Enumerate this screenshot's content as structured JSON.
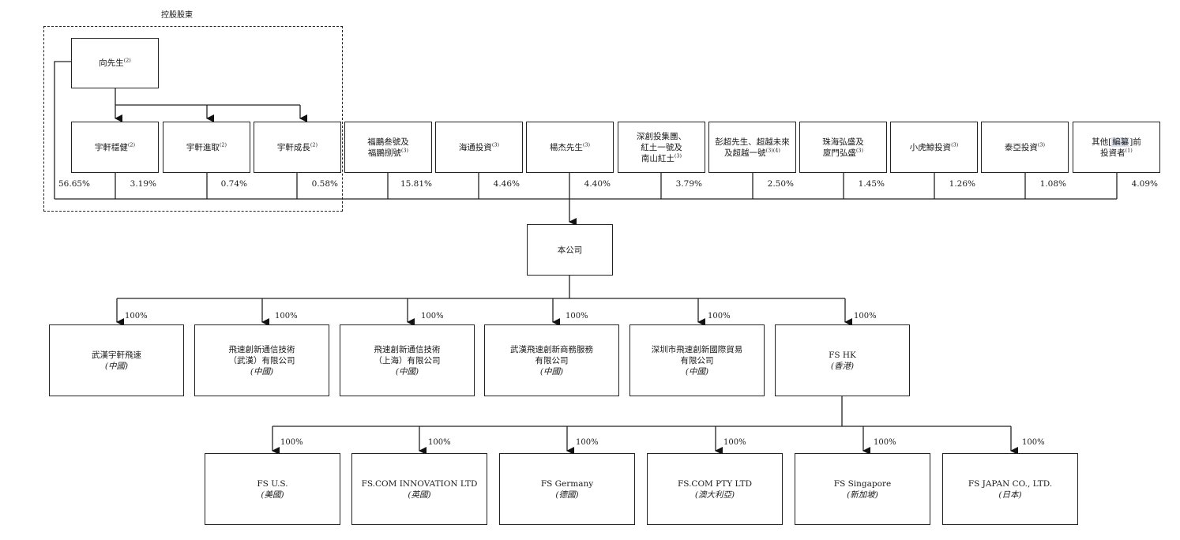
{
  "controlling": {
    "title": "控股股東",
    "mr_xiang": {
      "name": "向先生",
      "note": "(2)"
    },
    "yuxuan_wenjian": {
      "name": "宇軒穩健",
      "note": "(2)"
    },
    "yuxuan_jinqu": {
      "name": "宇軒進取",
      "note": "(2)"
    },
    "yuxuan_chengzhang": {
      "name": "宇軒成長",
      "note": "(2)"
    }
  },
  "shareholders": [
    {
      "line1": "福鵬叁號及",
      "line2": "福鵬捌號",
      "note": "(3)"
    },
    {
      "line1": "海通投資",
      "line2": "",
      "note": "(3)"
    },
    {
      "line1": "楊杰先生",
      "line2": "",
      "note": "(3)"
    },
    {
      "line1": "深創投集團、",
      "line2": "紅土一號及",
      "line3": "南山紅土",
      "note": "(3)"
    },
    {
      "line1": "彭超先生、超越未來",
      "line2": "及超越一號",
      "note": "(3)(4)"
    },
    {
      "line1": "珠海弘盛及",
      "line2": "廈門弘盛",
      "note": "(3)"
    },
    {
      "line1": "小虎鯨投資",
      "line2": "",
      "note": "(3)"
    },
    {
      "line1": "泰亞投資",
      "line2": "",
      "note": "(3)"
    },
    {
      "line1_a": "其他[",
      "line1_hl": "編纂",
      "line1_b": "]前",
      "line2": "投資者",
      "note": "(1)"
    }
  ],
  "percentages": [
    "56.65%",
    "3.19%",
    "0.74%",
    "0.58%",
    "15.81%",
    "4.46%",
    "4.40%",
    "3.79%",
    "2.50%",
    "1.45%",
    "1.26%",
    "1.08%",
    "4.09%"
  ],
  "company": {
    "name": "本公司"
  },
  "subsidiaries": [
    {
      "pct": "100%",
      "line1": "武漢宇軒飛速",
      "line2": "",
      "region": "(中國)"
    },
    {
      "pct": "100%",
      "line1": "飛速創新通信技術",
      "line2": "（武漢）有限公司",
      "region": "(中國)"
    },
    {
      "pct": "100%",
      "line1": "飛速創新通信技術",
      "line2": "（上海）有限公司",
      "region": "(中國)"
    },
    {
      "pct": "100%",
      "line1": "武漢飛速創新商務服務",
      "line2": "有限公司",
      "region": "(中國)"
    },
    {
      "pct": "100%",
      "line1": "深圳市飛速創新國際貿易",
      "line2": "有限公司",
      "region": "(中國)"
    },
    {
      "pct": "100%",
      "line1": "FS HK",
      "line2": "",
      "region": "(香港)"
    }
  ],
  "fs_hk_subsidiaries": [
    {
      "pct": "100%",
      "name": "FS U.S.",
      "region": "(美國)"
    },
    {
      "pct": "100%",
      "name": "FS.COM INNOVATION LTD",
      "region": "(英國)"
    },
    {
      "pct": "100%",
      "name": "FS Germany",
      "region": "(德國)"
    },
    {
      "pct": "100%",
      "name": "FS.COM PTY LTD",
      "region": "(澳大利亞)"
    },
    {
      "pct": "100%",
      "name": "FS Singapore",
      "region": "(新加坡)"
    },
    {
      "pct": "100%",
      "name": "FS JAPAN CO., LTD.",
      "region": "(日本)"
    }
  ]
}
